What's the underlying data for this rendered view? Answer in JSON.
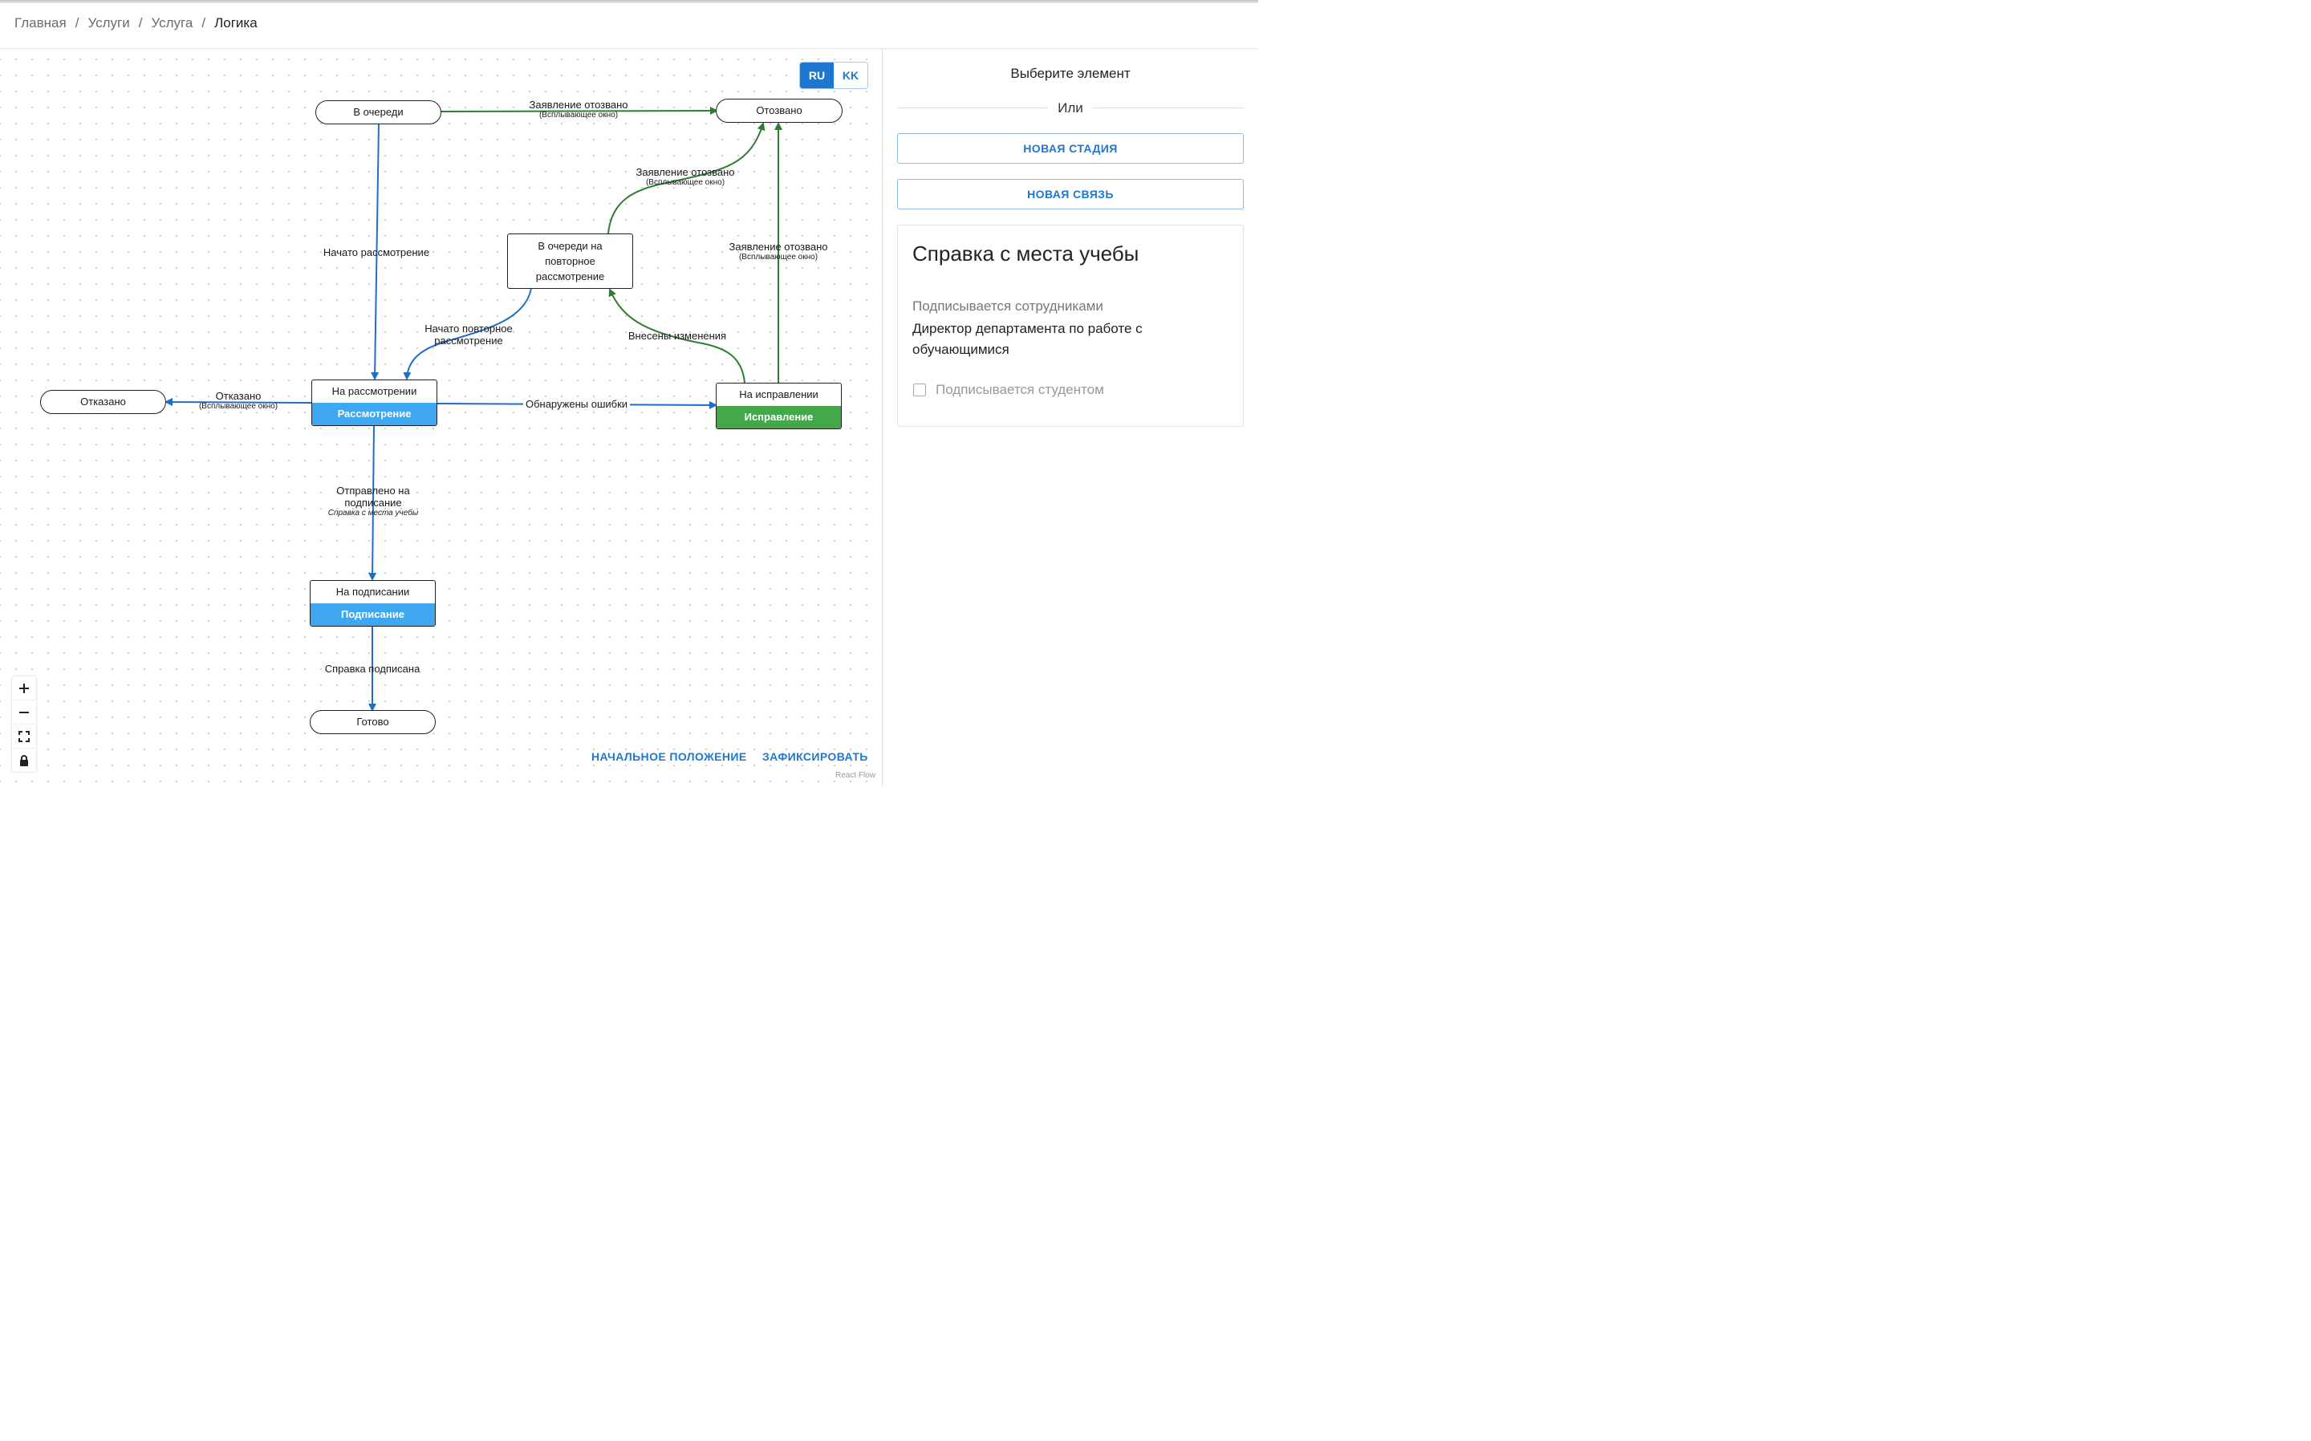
{
  "breadcrumb": [
    "Главная",
    "Услуги",
    "Услуга",
    "Логика"
  ],
  "colors": {
    "accent": "#1e78d2",
    "stage_blue": "#3ea7f0",
    "stage_green": "#43a84a",
    "edge_blue": "#1c6fc9",
    "edge_green": "#2f7d32"
  },
  "canvas": {
    "lang": {
      "ru": "RU",
      "kk": "KK",
      "active": "RU"
    },
    "nodes": {
      "queue": "В очереди",
      "revoked": "Отозвано",
      "requeue": "В очереди на повторное рассмотрение",
      "review": {
        "title": "На рассмотрении",
        "stage": "Рассмотрение"
      },
      "fix": {
        "title": "На исправлении",
        "stage": "Исправление"
      },
      "refused": "Отказано",
      "signing": {
        "title": "На подписании",
        "stage": "Подписание"
      },
      "done": "Готово"
    },
    "edges": {
      "revoked_top": {
        "label": "Заявление отозвано",
        "sub": "(Всплывающее окно)"
      },
      "revoked_mid": {
        "label": "Заявление отозвано",
        "sub": "(Всплывающее окно)"
      },
      "revoked_right": {
        "label": "Заявление отозвано",
        "sub": "(Всплывающее окно)"
      },
      "start_review": {
        "label": "Начато рассмотрение"
      },
      "start_rereview": {
        "label": "Начато повторное рассмотрение"
      },
      "changes": {
        "label": "Внесены изменения"
      },
      "refused": {
        "label": "Отказано",
        "sub": "(Всплывающее окно)"
      },
      "errors": {
        "label": "Обнаружены ошибки"
      },
      "to_signing": {
        "label": "Отправлено на подписание",
        "doc": "Справка с места учебы"
      },
      "signed": {
        "label": "Справка подписана"
      }
    },
    "controls": [
      "zoom-in",
      "zoom-out",
      "fit-view",
      "lock"
    ],
    "reset_label": "НАЧАЛЬНОЕ ПОЛОЖЕНИЕ",
    "fix_label": "ЗАФИКСИРОВАТЬ",
    "attribution": "React Flow"
  },
  "sidebar": {
    "title": "Выберите элемент",
    "or": "Или",
    "new_stage": "НОВАЯ СТАДИЯ",
    "new_link": "НОВАЯ СВЯЗЬ",
    "card": {
      "title": "Справка с места учебы",
      "signed_by_label": "Подписывается сотрудниками",
      "signed_by_value": "Директор департамента по работе с обучающимися",
      "student_sign_label": "Подписывается студентом",
      "student_sign_checked": false
    }
  }
}
